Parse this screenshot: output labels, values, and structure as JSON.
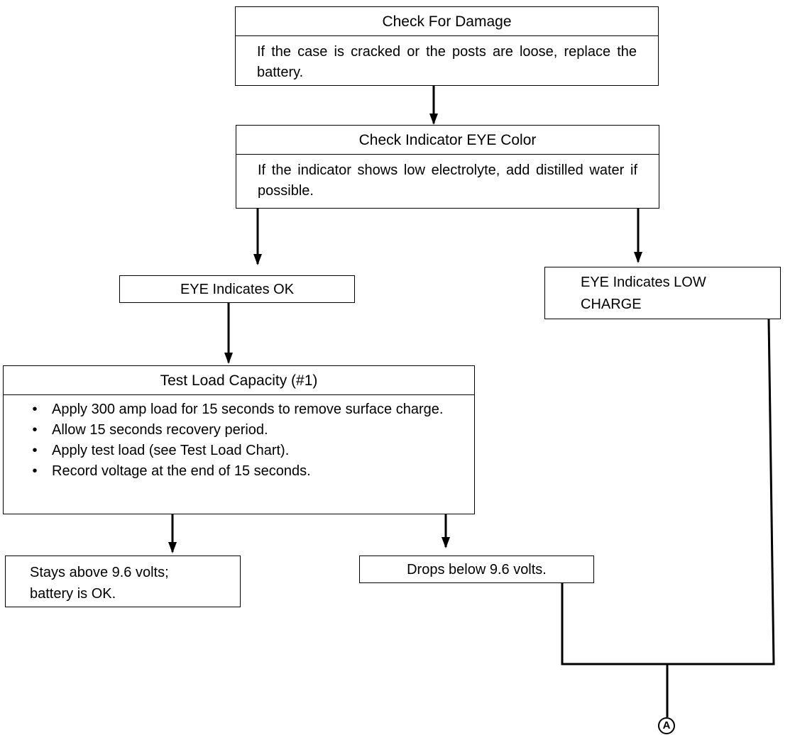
{
  "nodes": {
    "check_damage": {
      "title": "Check For Damage",
      "text": "If the case is cracked or the posts are loose, replace the battery."
    },
    "check_eye": {
      "title": "Check Indicator EYE Color",
      "text": "If the indicator shows low electrolyte, add distilled water if possible."
    },
    "eye_ok": {
      "text": "EYE Indicates OK"
    },
    "eye_low": {
      "line1": "EYE Indicates LOW",
      "line2": "CHARGE"
    },
    "test_load": {
      "title": "Test Load Capacity (#1)",
      "bullets": [
        "Apply 300 amp load for 15 seconds to remove surface charge.",
        "Allow 15 seconds recovery period.",
        "Apply test load (see Test Load Chart).",
        "Record voltage at the end of 15 seconds."
      ]
    },
    "stays_above": {
      "line1": "Stays above 9.6 volts;",
      "line2": "battery is OK."
    },
    "drops_below": {
      "text": "Drops below 9.6 volts."
    },
    "connector": {
      "label": "A"
    }
  },
  "bullet_symbol": "•"
}
